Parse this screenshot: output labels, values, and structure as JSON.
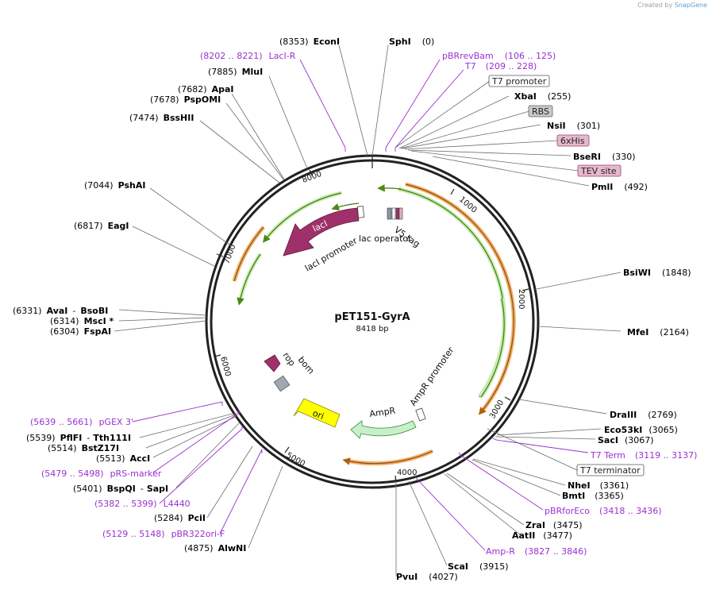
{
  "credit": {
    "prefix": "Created by",
    "brand": "SnapGene"
  },
  "plasmid": {
    "name": "pET151-GyrA",
    "size_label": "8418 bp"
  },
  "colors": {
    "backbone": "#222222",
    "enzyme_text": "#000000",
    "primer": "#9b30d0",
    "orf_orange": "#f0a24a",
    "orf_green": "#5a9b1a",
    "lacI": "#a0306a",
    "AmpR": "#c8f0c8",
    "ori": "#ffff00",
    "rop": "#a0306a",
    "bom": "#a0a8b0",
    "box_gray": "#c8c8c8",
    "box_pink": "#e8b8cc"
  },
  "ticks": [
    "1000",
    "2000",
    "3000",
    "4000",
    "5000",
    "6000",
    "7000",
    "8000"
  ],
  "features": {
    "lacI": "lacI",
    "lacI_promoter": "lacI promoter",
    "lac_operator": "lac operator",
    "v5_tag": "V5 tag",
    "AmpR": "AmpR",
    "AmpR_promoter": "AmpR promoter",
    "ori": "ori",
    "rop": "rop",
    "bom": "bom"
  },
  "enzymes": [
    {
      "id": "econi",
      "pos": "(8353)",
      "name": "EconI"
    },
    {
      "id": "sphi",
      "pos": "(0)",
      "name": "SphI"
    },
    {
      "id": "mlui",
      "pos": "(7885)",
      "name": "MluI"
    },
    {
      "id": "apai",
      "pos": "(7682)",
      "name": "ApaI"
    },
    {
      "id": "pspomi",
      "pos": "(7678)",
      "name": "PspOMI"
    },
    {
      "id": "bsshii",
      "pos": "(7474)",
      "name": "BssHII"
    },
    {
      "id": "xbai",
      "pos": "(255)",
      "name": "XbaI"
    },
    {
      "id": "nsii",
      "pos": "(301)",
      "name": "NsiI"
    },
    {
      "id": "bseri",
      "pos": "(330)",
      "name": "BseRI"
    },
    {
      "id": "pmli",
      "pos": "(492)",
      "name": "PmlI"
    },
    {
      "id": "pshai",
      "pos": "(7044)",
      "name": "PshAI"
    },
    {
      "id": "eagi",
      "pos": "(6817)",
      "name": "EagI"
    },
    {
      "id": "bsiwi",
      "pos": "(1848)",
      "name": "BsiWI"
    },
    {
      "id": "ava",
      "pos": "(6331)",
      "name": "AvaI",
      "extra": "BsoBI"
    },
    {
      "id": "msci",
      "pos": "(6314)",
      "name": "MscI *"
    },
    {
      "id": "fspai",
      "pos": "(6304)",
      "name": "FspAI"
    },
    {
      "id": "mfei",
      "pos": "(2164)",
      "name": "MfeI"
    },
    {
      "id": "draiii",
      "pos": "(2769)",
      "name": "DraIII"
    },
    {
      "id": "eco53ki",
      "pos": "(3065)",
      "name": "Eco53kI"
    },
    {
      "id": "saci",
      "pos": "(3067)",
      "name": "SacI"
    },
    {
      "id": "pflfi",
      "pos": "(5539)",
      "name": "PflFI",
      "extra": "Tth111I"
    },
    {
      "id": "bstz17i",
      "pos": "(5514)",
      "name": "BstZ17I"
    },
    {
      "id": "acci",
      "pos": "(5513)",
      "name": "AccI"
    },
    {
      "id": "bspqi",
      "pos": "(5401)",
      "name": "BspQI",
      "extra": "SapI"
    },
    {
      "id": "nhei",
      "pos": "(3361)",
      "name": "NheI"
    },
    {
      "id": "bmti",
      "pos": "(3365)",
      "name": "BmtI"
    },
    {
      "id": "pcii",
      "pos": "(5284)",
      "name": "PciI"
    },
    {
      "id": "zrai",
      "pos": "(3475)",
      "name": "ZraI"
    },
    {
      "id": "aatii",
      "pos": "(3477)",
      "name": "AatII"
    },
    {
      "id": "alwni",
      "pos": "(4875)",
      "name": "AlwNI"
    },
    {
      "id": "scai",
      "pos": "(3915)",
      "name": "ScaI"
    },
    {
      "id": "pvui",
      "pos": "(4027)",
      "name": "PvuI"
    }
  ],
  "primers": [
    {
      "id": "lacir",
      "range": "(8202 .. 8221)",
      "name": "LacI-R"
    },
    {
      "id": "pbrrevbam",
      "range": "(106 .. 125)",
      "name": "pBRrevBam"
    },
    {
      "id": "t7",
      "range": "(209 .. 228)",
      "name": "T7"
    },
    {
      "id": "t7term",
      "range": "(3119 .. 3137)",
      "name": "T7 Term"
    },
    {
      "id": "pbrforeco",
      "range": "(3418 .. 3436)",
      "name": "pBRforEco"
    },
    {
      "id": "ampr",
      "range": "(3827 .. 3846)",
      "name": "Amp-R"
    },
    {
      "id": "pgex3",
      "range": "(5639 .. 5661)",
      "name": "pGEX 3'"
    },
    {
      "id": "prsmarker",
      "range": "(5479 .. 5498)",
      "name": "pRS-marker"
    },
    {
      "id": "l4440",
      "range": "(5382 .. 5399)",
      "name": "L4440"
    },
    {
      "id": "pbr322ori",
      "range": "(5129 .. 5148)",
      "name": "pBR322ori-F"
    }
  ],
  "boxes": {
    "t7_promoter": "T7 promoter",
    "rbs": "RBS",
    "his6": "6xHis",
    "tev": "TEV site",
    "t7_terminator": "T7 terminator"
  }
}
